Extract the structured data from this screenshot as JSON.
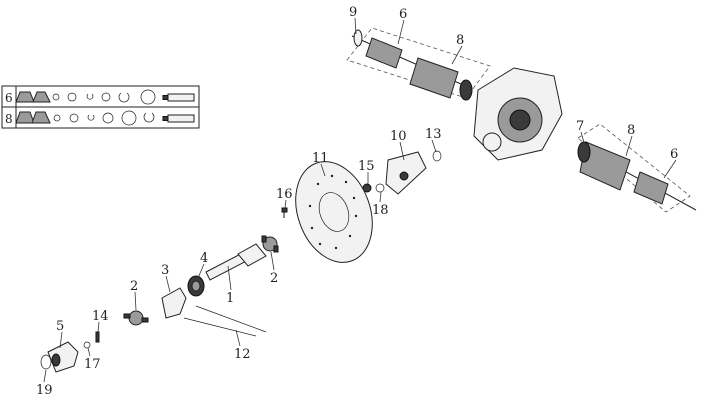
{
  "parts_diagram": {
    "kit_table": {
      "rows": [
        {
          "kit_number": "6",
          "icons": [
            "boot-icon",
            "cone-boot-icon",
            "ring-icon",
            "clip-icon",
            "circlip-icon",
            "snap-ring-icon",
            "ring-icon",
            "large-ring-icon",
            "grease-tube-icon"
          ]
        },
        {
          "kit_number": "8",
          "icons": [
            "boot-icon",
            "cone-boot-icon",
            "ring-icon",
            "clip-icon",
            "circlip-icon",
            "snap-ring-icon",
            "large-ring-icon",
            "ring-icon",
            "grease-tube-icon"
          ]
        }
      ]
    },
    "callouts": {
      "c1": "1",
      "c2a": "2",
      "c2b": "2",
      "c3": "3",
      "c4": "4",
      "c5": "5",
      "c6a": "6",
      "c6b": "6",
      "c7": "7",
      "c8a": "8",
      "c8b": "8",
      "c9": "9",
      "c10": "10",
      "c11": "11",
      "c12": "12",
      "c13": "13",
      "c14": "14",
      "c15": "15",
      "c16": "16",
      "c17": "17",
      "c18": "18",
      "c19": "19"
    }
  }
}
